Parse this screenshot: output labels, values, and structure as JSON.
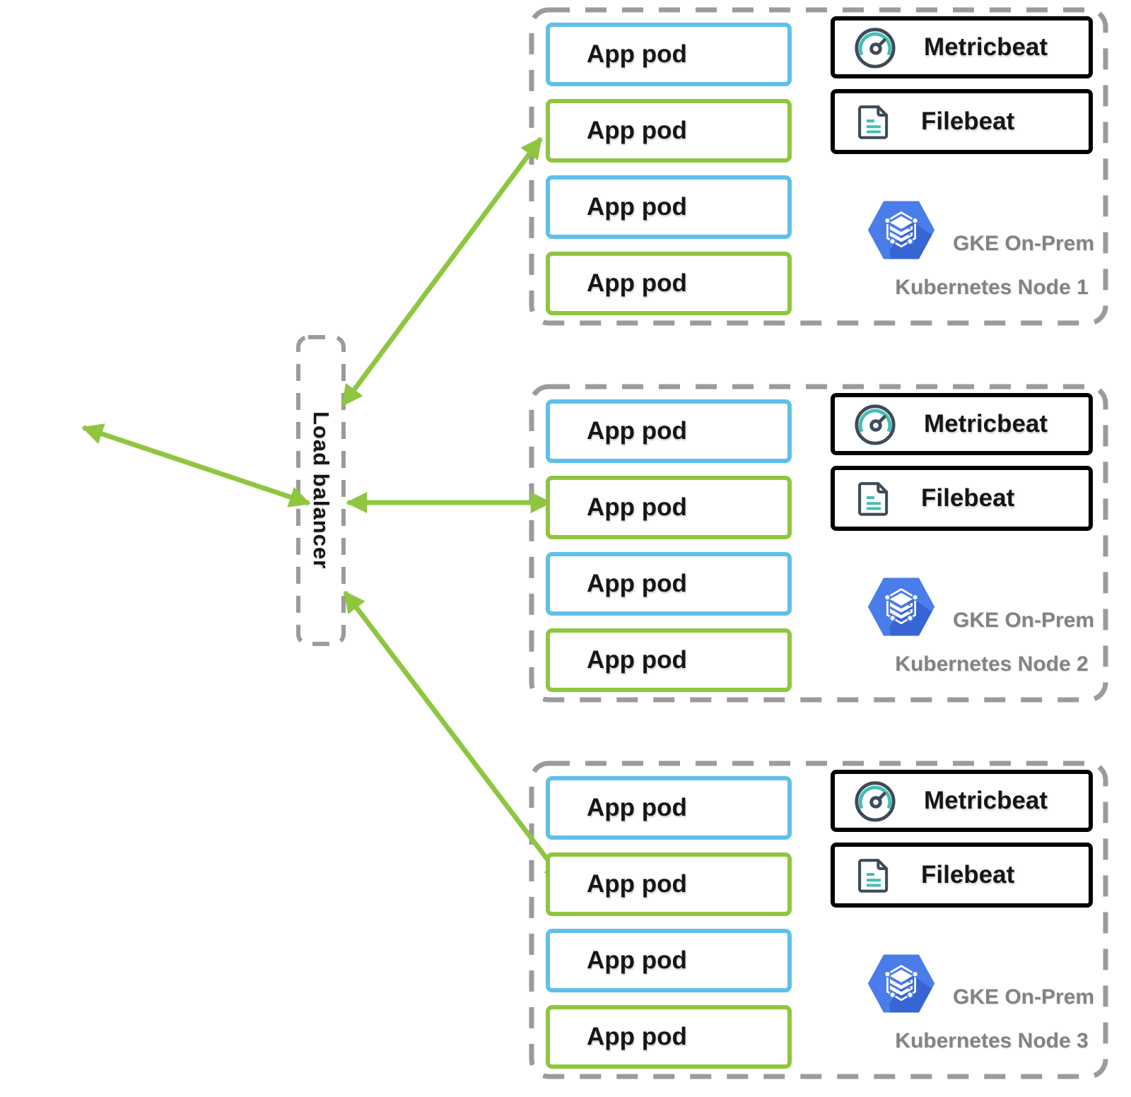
{
  "load_balancer": {
    "label": "Load balancer"
  },
  "nodes": [
    {
      "pods": [
        "App pod",
        "App pod",
        "App pod",
        "App pod"
      ],
      "metricbeat_label": "Metricbeat",
      "filebeat_label": "Filebeat",
      "gke_label": "GKE On-Prem",
      "node_label": "Kubernetes Node 1"
    },
    {
      "pods": [
        "App pod",
        "App pod",
        "App pod",
        "App pod"
      ],
      "metricbeat_label": "Metricbeat",
      "filebeat_label": "Filebeat",
      "gke_label": "GKE On-Prem",
      "node_label": "Kubernetes Node 2"
    },
    {
      "pods": [
        "App pod",
        "App pod",
        "App pod",
        "App pod"
      ],
      "metricbeat_label": "Metricbeat",
      "filebeat_label": "Filebeat",
      "gke_label": "GKE On-Prem",
      "node_label": "Kubernetes Node 3"
    }
  ],
  "icons": {
    "metricbeat": "gauge-icon",
    "filebeat": "log-document-icon",
    "gke": "gke-on-prem-hexagon-icon"
  },
  "colors": {
    "green_accent": "#8FC640",
    "blue_accent": "#5FC0EA",
    "dashed_gray": "#9B9B9B",
    "icon_dark": "#3F4B59",
    "teal": "#41C0B4",
    "gke_blue": "#4A7DE9",
    "gke_blue_shadow": "#3765D3",
    "label_gray": "#838383",
    "text_dark": "#161616"
  }
}
